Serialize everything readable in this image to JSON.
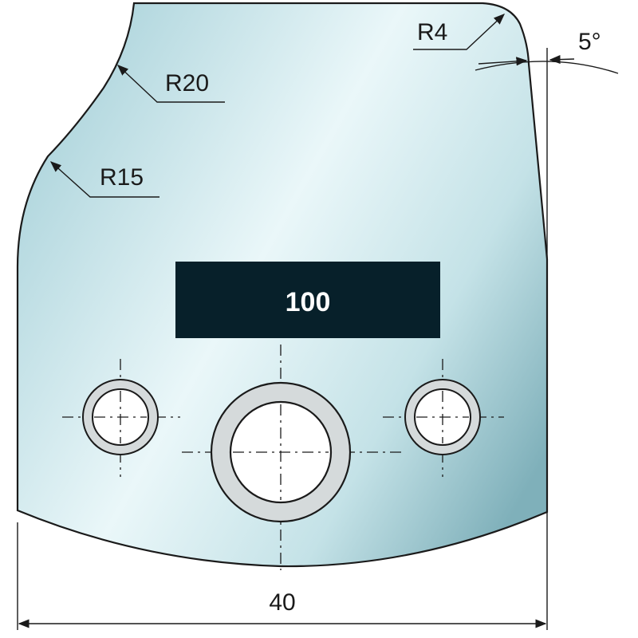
{
  "drawing": {
    "plate_number": "100",
    "dimensions": {
      "width": "40",
      "angle": "5°",
      "radius_top_right": "R4",
      "radius_upper": "R20",
      "radius_lower": "R15"
    },
    "colors": {
      "body_light": "#e9f6f8",
      "body_mid": "#bfe0e6",
      "body_dark": "#86b7c1",
      "plate": "#07202a",
      "ring": "#d5dadb",
      "line": "#1a1a1a"
    }
  }
}
